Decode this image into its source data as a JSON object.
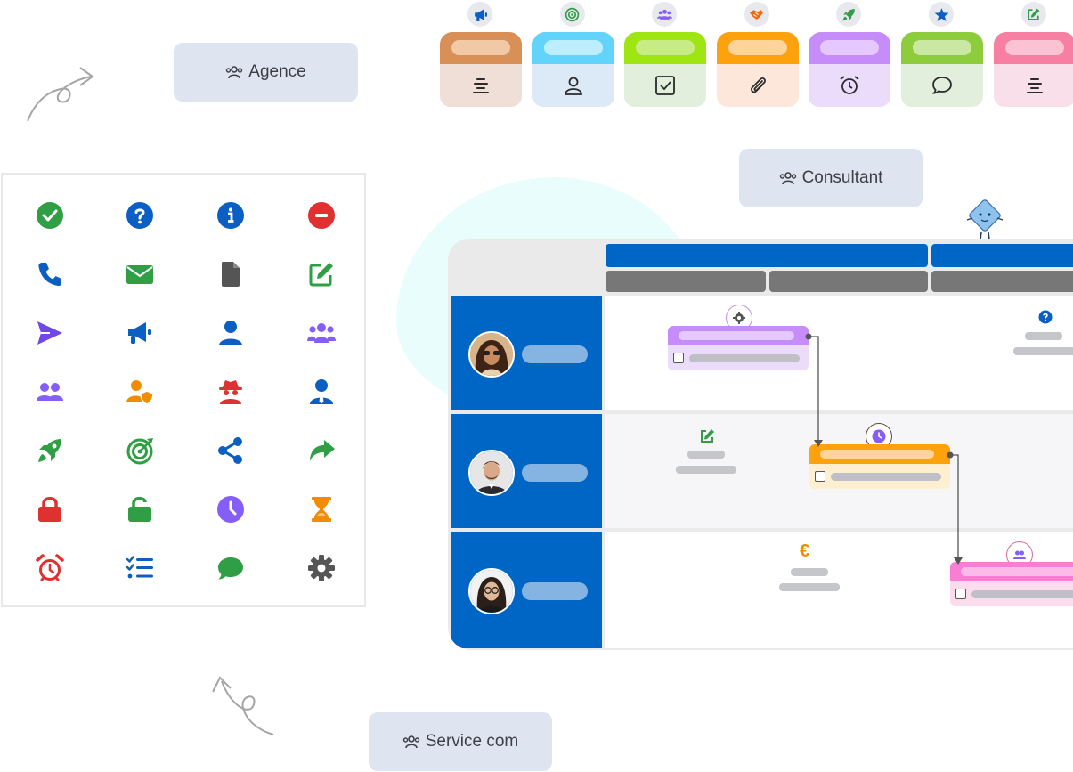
{
  "tags": {
    "agence": "Agence",
    "consultant": "Consultant",
    "service": "Service com"
  },
  "euro_symbol": "€",
  "colors": {
    "blue": "#0066c6",
    "gray_header": "#777777",
    "lane_pill": "#85b4e2"
  },
  "color_cards": [
    {
      "icon": "megaphone-icon",
      "body_icon": "align-center-icon",
      "top": "#d89056",
      "pill": "#f2c9a7",
      "bottom": "#efdfd6",
      "glyph": "#2b2b2b"
    },
    {
      "icon": "target-icon",
      "body_icon": "user-icon",
      "top": "#62d4fb",
      "pill": "#bdeeff",
      "bottom": "#dce9f6",
      "glyph": "#2b2b2b"
    },
    {
      "icon": "users-icon",
      "body_icon": "checkbox-icon",
      "top": "#9ee512",
      "pill": "#c7ec86",
      "bottom": "#e1efdc",
      "glyph": "#2b2b2b"
    },
    {
      "icon": "handshake-icon",
      "body_icon": "paperclip-icon",
      "top": "#fda20c",
      "pill": "#fed49a",
      "bottom": "#fde6da",
      "glyph": "#2b2b2b"
    },
    {
      "icon": "rocket-icon",
      "body_icon": "alarm-icon",
      "top": "#c58cfa",
      "pill": "#e5c8fd",
      "bottom": "#ecdcfc",
      "glyph": "#2b2b2b"
    },
    {
      "icon": "star-icon",
      "body_icon": "comment-icon",
      "top": "#8dcc3c",
      "pill": "#cbe7a4",
      "bottom": "#e1efdc",
      "glyph": "#2b2b2b"
    },
    {
      "icon": "edit-icon",
      "body_icon": "align-center-icon",
      "top": "#f67fa3",
      "pill": "#fbc2d3",
      "bottom": "#f8dfe9",
      "glyph": "#2b2b2b"
    }
  ],
  "icon_grid": [
    "check-circle-icon",
    "question-circle-icon",
    "info-circle-icon",
    "minus-circle-icon",
    "phone-icon",
    "envelope-icon",
    "file-icon",
    "edit-icon",
    "send-icon",
    "megaphone-icon",
    "user-icon",
    "users-icon",
    "user-group-icon",
    "user-shield-icon",
    "user-secret-icon",
    "user-tie-icon",
    "rocket-icon",
    "bullseye-icon",
    "share-icon",
    "forward-icon",
    "lock-icon",
    "unlock-icon",
    "clock-icon",
    "hourglass-icon",
    "alarm-icon",
    "list-check-icon",
    "comment-icon",
    "gear-icon"
  ]
}
